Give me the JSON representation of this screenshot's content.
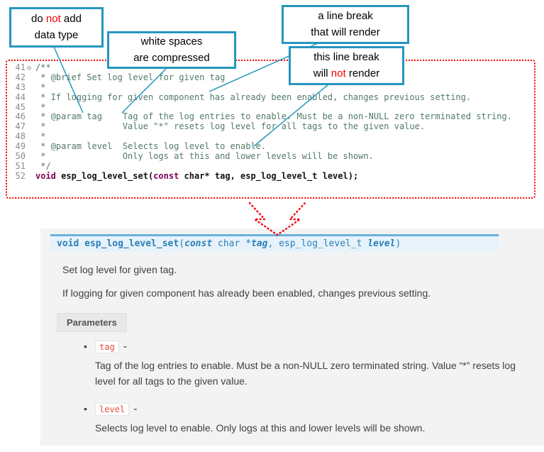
{
  "colors": {
    "teal": "#2596be",
    "red": "#f40000",
    "doc_blue": "#2980b9",
    "chip_red": "#e74c3c"
  },
  "callouts": {
    "c1": {
      "l1_pre": "do ",
      "l1_red": "not",
      "l1_post": " add",
      "l2": "data type"
    },
    "c2": {
      "l1": "white spaces",
      "l2": "are  compressed"
    },
    "c3": {
      "l1": "a line break",
      "l2": "that will render"
    },
    "c4": {
      "l1": "this line break",
      "l2_pre": "will ",
      "l2_red": "not",
      "l2_post": " render"
    }
  },
  "code": {
    "lines": [
      {
        "num": "41",
        "fold": "⊖",
        "text": "/**"
      },
      {
        "num": "42",
        "fold": "",
        "text": " * @brief Set log level for given tag"
      },
      {
        "num": "43",
        "fold": "",
        "text": " *"
      },
      {
        "num": "44",
        "fold": "",
        "text": " * If logging for given component has already been enabled, changes previous setting."
      },
      {
        "num": "45",
        "fold": "",
        "text": " *"
      },
      {
        "num": "46",
        "fold": "",
        "text": " * @param tag    Tag of the log entries to enable. Must be a non-NULL zero terminated string."
      },
      {
        "num": "47",
        "fold": "",
        "text": " *               Value \"*\" resets log level for all tags to the given value."
      },
      {
        "num": "48",
        "fold": "",
        "text": " *"
      },
      {
        "num": "49",
        "fold": "",
        "text": " * @param level  Selects log level to enable."
      },
      {
        "num": "50",
        "fold": "",
        "text": " *               Only logs at this and lower levels will be shown."
      },
      {
        "num": "51",
        "fold": "",
        "text": " */"
      }
    ],
    "line52": {
      "num": "52",
      "fold": "",
      "kw1": "void ",
      "name": "esp_log_level_set",
      "open": "(",
      "kw2": "const",
      "rest": " char* tag, esp_log_level_t level);"
    }
  },
  "docs": {
    "bullet": "•",
    "signature": {
      "kw_void": "void ",
      "name": "esp_log_level_set",
      "open": "(",
      "kw_const": "const",
      "mid": " char *",
      "param1": "tag",
      "comma": ", ",
      "type2": "esp_log_level_t ",
      "param2": "level",
      "close": ")"
    },
    "p1": "Set log level for given tag.",
    "p2": "If logging for given component has already been enabled, changes previous setting.",
    "params_label": "Parameters",
    "params": [
      {
        "name": "tag",
        "dash": "-",
        "desc": "Tag of the log entries to enable. Must be a non-NULL zero terminated string. Value “*” resets log level for all tags to the given value."
      },
      {
        "name": "level",
        "dash": "-",
        "desc": "Selects log level to enable. Only logs at this and lower levels will be shown."
      }
    ]
  }
}
